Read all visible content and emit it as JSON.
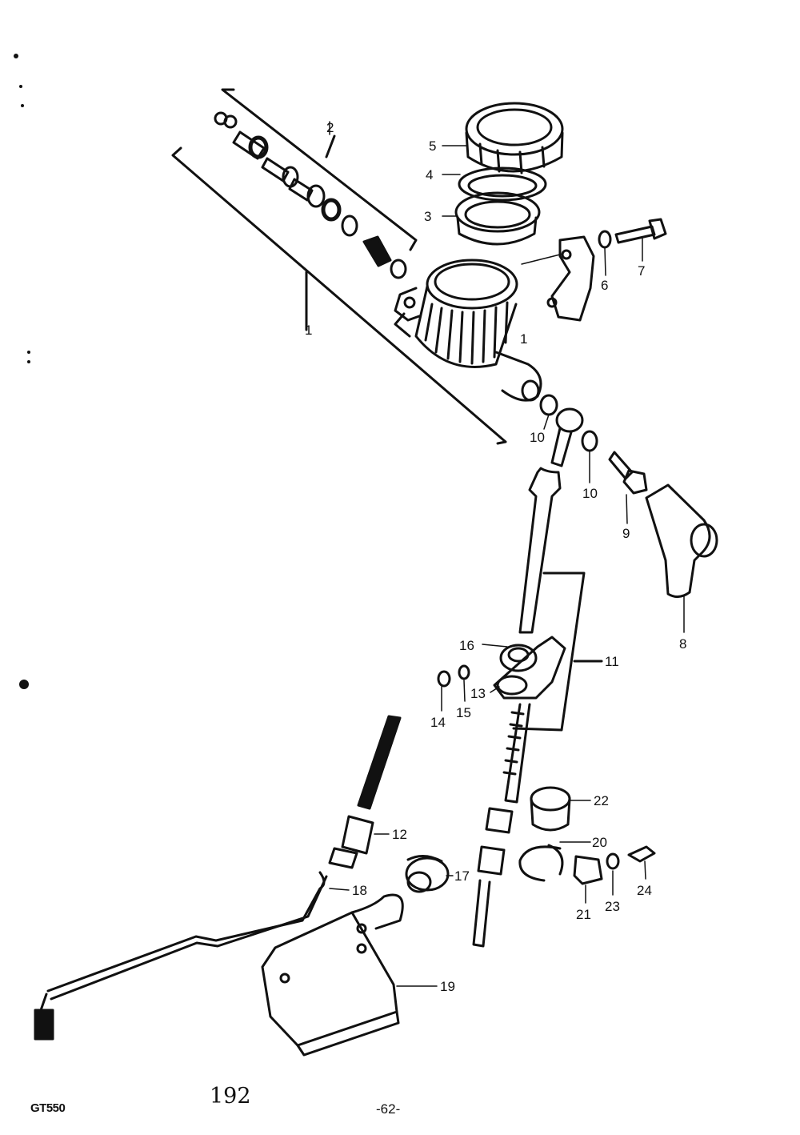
{
  "diagram": {
    "callouts": [
      "1",
      "1",
      "2",
      "3",
      "4",
      "5",
      "6",
      "7",
      "8",
      "9",
      "10",
      "10",
      "11",
      "12",
      "13",
      "14",
      "15",
      "16",
      "17",
      "18",
      "19",
      "20",
      "21",
      "22",
      "23",
      "24"
    ]
  },
  "footer": {
    "model_code": "GT550",
    "page_number": "192",
    "sub_page": "-62-"
  }
}
